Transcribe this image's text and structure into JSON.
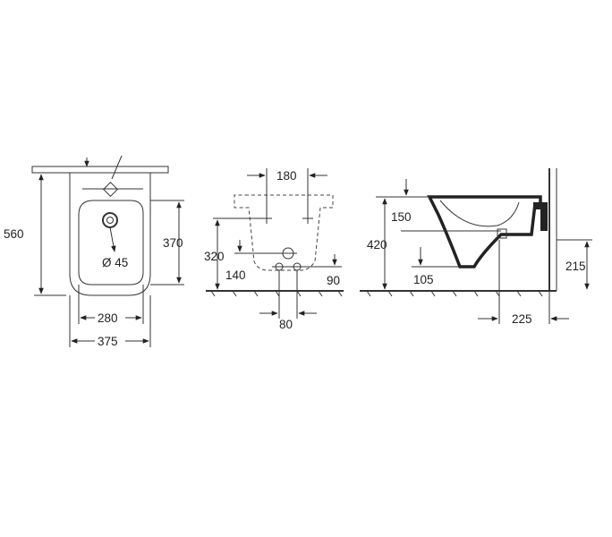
{
  "front_view": {
    "width_total": "375",
    "width_bowl": "280",
    "depth_total": "560",
    "depth_bowl": "370",
    "drain_diameter": "Ø 45"
  },
  "rear_view": {
    "bolt_spacing": "180",
    "bolt_height": "320",
    "supply_height": "140",
    "supply_spacing": "80",
    "drain_offset": "90"
  },
  "side_view": {
    "rim_height": "150",
    "mount_height": "420",
    "drain_height": "105",
    "outlet_height": "215",
    "wall_offset": "225"
  },
  "colors": {
    "line": "#333333",
    "background": "#ffffff"
  }
}
